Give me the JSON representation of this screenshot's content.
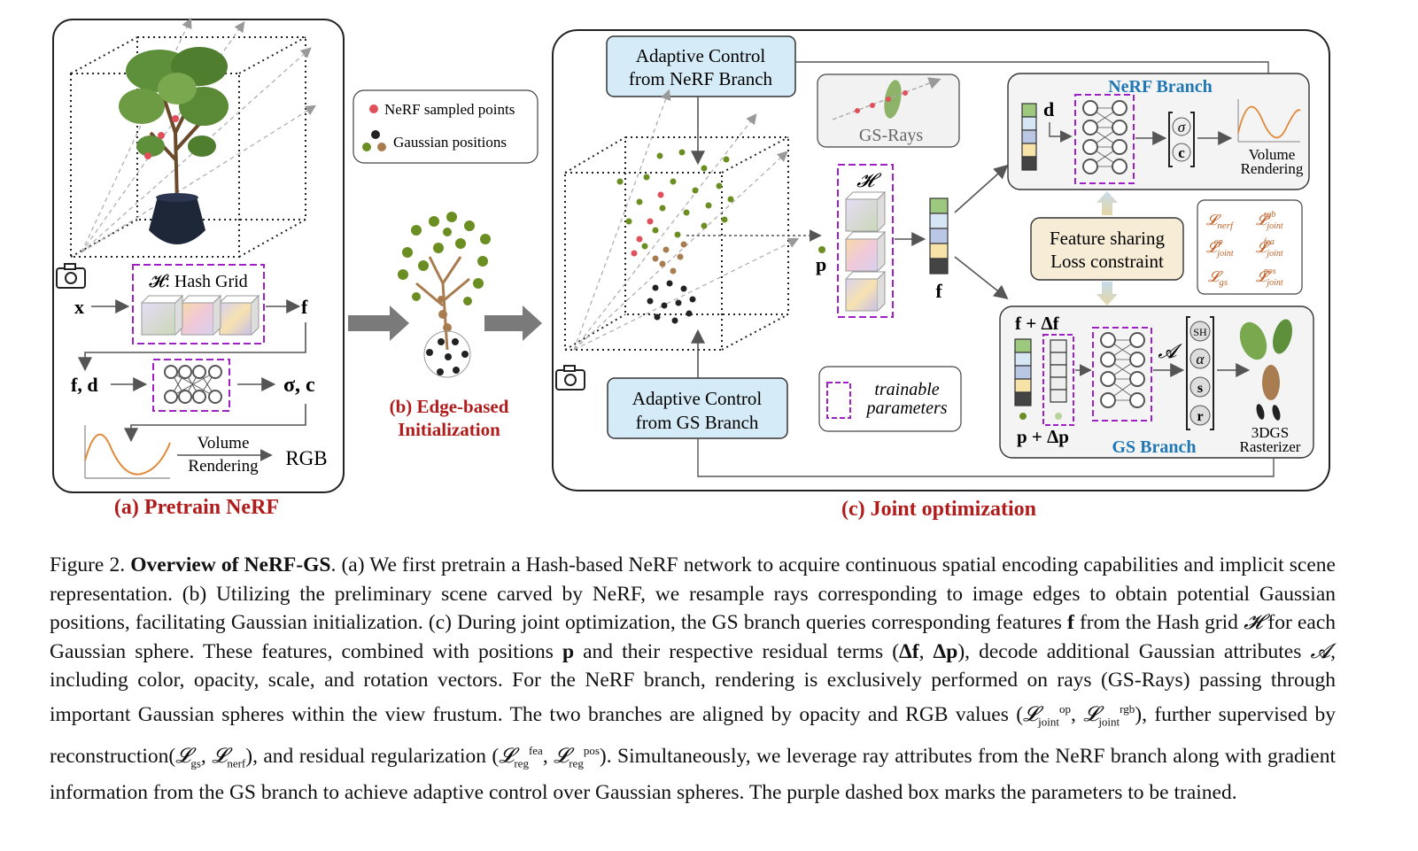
{
  "panel_a": {
    "title": "(a) Pretrain NeRF",
    "hash_grid": "𝓗: Hash Grid",
    "x": "x",
    "f": "f",
    "fd": "f, d",
    "sigma_c": "σ, c",
    "volume": "Volume",
    "rendering": "Rendering",
    "rgb": "RGB"
  },
  "legend": {
    "nerf_points": "NeRF sampled points",
    "gaussian_positions": "Gaussian positions"
  },
  "panel_b": {
    "line1": "(b) Edge-based",
    "line2": "Initialization"
  },
  "panel_c": {
    "title": "(c) Joint optimization",
    "adaptive_nerf_1": "Adaptive Control",
    "adaptive_nerf_2": "from NeRF Branch",
    "adaptive_gs_1": "Adaptive Control",
    "adaptive_gs_2": "from GS Branch",
    "gs_rays": "GS-Rays",
    "H": "𝓗",
    "p": "p",
    "f": "f",
    "trainable_1": "trainable",
    "trainable_2": "parameters",
    "nerf_branch": "NeRF Branch",
    "d": "d",
    "sigma": "σ",
    "c": "c",
    "volume": "Volume",
    "rendering": "Rendering",
    "feature_sharing": "Feature sharing",
    "loss_constraint": "Loss constraint",
    "losses": [
      "𝓛nerf",
      "𝓛joint rgb",
      "𝓛joint op",
      "𝓛joint fea",
      "𝓛gs",
      "𝓛joint pos"
    ],
    "f_df": "f + Δf",
    "p_dp": "p + Δp",
    "A": "𝓐",
    "gs_branch": "GS Branch",
    "sh": "SH",
    "alpha": "α",
    "s": "s",
    "r": "r",
    "rasterizer_1": "3DGS",
    "rasterizer_2": "Rasterizer"
  },
  "caption": {
    "label": "Figure 2.",
    "bold": "Overview of NeRF-GS",
    "s1": ". (a) We first pretrain a Hash-based NeRF network to acquire continuous spatial encoding capabilities and implicit scene representation. (b) Utilizing the preliminary scene carved by NeRF, we resample rays corresponding to image edges to obtain potential Gaussian positions, facilitating Gaussian initialization. (c) During joint optimization, the GS branch queries corresponding features ",
    "f": "f",
    "s2": " from the Hash grid ",
    "H": "𝓗",
    "s3": " for each Gaussian sphere. These features, combined with positions ",
    "p": "p",
    "s4": " and their respective residual terms (",
    "df": "Δf",
    "comma1": ", ",
    "dp": "Δp",
    "s5": "), decode additional Gaussian attributes ",
    "A": "𝓐",
    "s6": ", including color, opacity, scale, and rotation vectors. For the NeRF branch, rendering is exclusively performed on rays (GS-Rays) passing through important Gaussian spheres within the view frustum. The two branches are aligned by opacity and RGB values (",
    "s7": "), further supervised by reconstruction(",
    "s8": "), and residual regularization (",
    "s9": "). Simultaneously, we leverage ray attributes from the NeRF branch along with gradient information from the GS branch to achieve adaptive control over Gaussian spheres. The purple dashed box marks the parameters to be trained."
  }
}
